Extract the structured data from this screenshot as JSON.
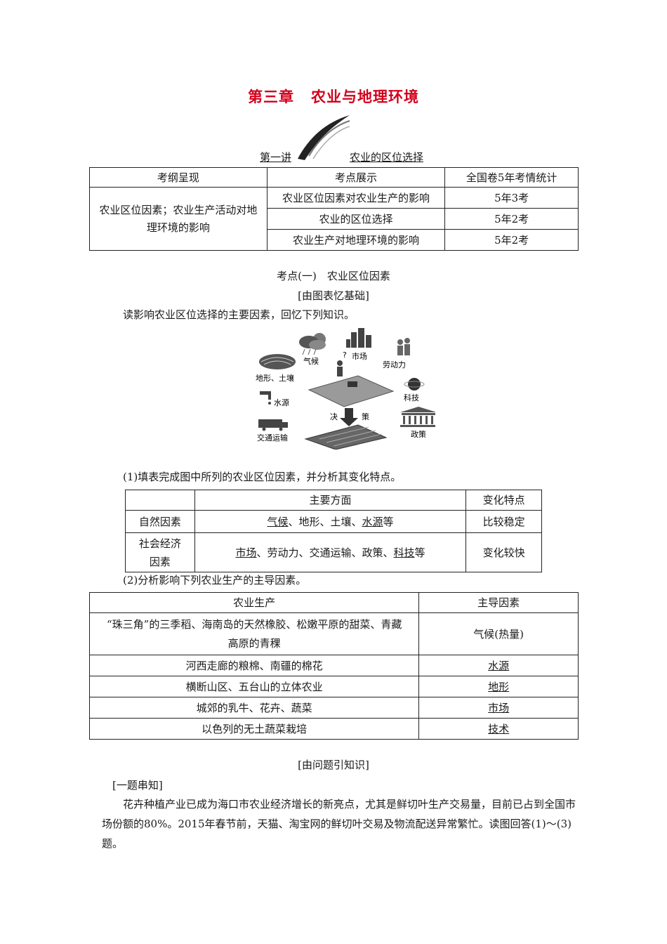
{
  "header": {
    "chapter": "第三章",
    "chapter_title": "农业与地理环境",
    "lecture_label": "第一讲",
    "lecture_title": "农业的区位选择"
  },
  "exam_table": {
    "headers": [
      "考纲呈现",
      "考点展示",
      "全国卷5年考情统计"
    ],
    "syllabus": "农业区位因素；农业生产活动对地理环境的影响",
    "rows": [
      {
        "point": "农业区位因素对农业生产的影响",
        "stat": "5年3考"
      },
      {
        "point": "农业的区位选择",
        "stat": "5年2考"
      },
      {
        "point": "农业生产对地理环境的影响",
        "stat": "5年2考"
      }
    ]
  },
  "section": {
    "heading": "考点(一)　农业区位因素",
    "sub1": "[由图表忆基础]",
    "intro": "读影响农业区位选择的主要因素，回忆下列知识。"
  },
  "figure": {
    "labels": {
      "climate": "气候",
      "market": "市场",
      "labor": "劳动力",
      "terrain": "地形、土壤",
      "water": "水源",
      "tech": "科技",
      "decide1": "决",
      "decide2": "策",
      "transport": "交通运输",
      "policy": "政策",
      "question": "?"
    }
  },
  "q1": {
    "prompt": "(1)填表完成图中所列的农业区位因素，并分析其变化特点。",
    "headers": [
      "",
      "主要方面",
      "变化特点"
    ],
    "natural": {
      "label": "自然因素",
      "a1": "气候",
      "sep1": "、地形、土壤、",
      "a2": "水源",
      "end": "等",
      "change": "比较稳定"
    },
    "social": {
      "label": "社会经济因素",
      "a1": "市场",
      "sep1": "、劳动力、交通运输、政策、",
      "a2": "科技",
      "end": "等",
      "change": "变化较快"
    }
  },
  "q2": {
    "prompt": "(2)分析影响下列农业生产的主导因素。",
    "headers": [
      "农业生产",
      "主导因素"
    ],
    "rows": [
      {
        "item": "“珠三角”的三季稻、海南岛的天然橡胶、松嫩平原的甜菜、青藏高原的青稞",
        "factor": "气候(热量)"
      },
      {
        "item": "河西走廊的粮棉、南疆的棉花",
        "factor": "水源"
      },
      {
        "item": "横断山区、五台山的立体农业",
        "factor": "地形"
      },
      {
        "item": "城郊的乳牛、花卉、蔬菜",
        "factor": "市场"
      },
      {
        "item": "以色列的无土蔬菜栽培",
        "factor": "技术"
      }
    ]
  },
  "section2": {
    "sub": "[由问题引知识]",
    "tag": "[一题串知]",
    "paragraph": "花卉种植产业已成为海口市农业经济增长的新亮点，尤其是鲜切叶生产交易量，目前已占到全国市场份额的80%。2015年春节前，天猫、淘宝网的鲜切叶交易及物流配送异常繁忙。读图回答(1)～(3)题。"
  }
}
